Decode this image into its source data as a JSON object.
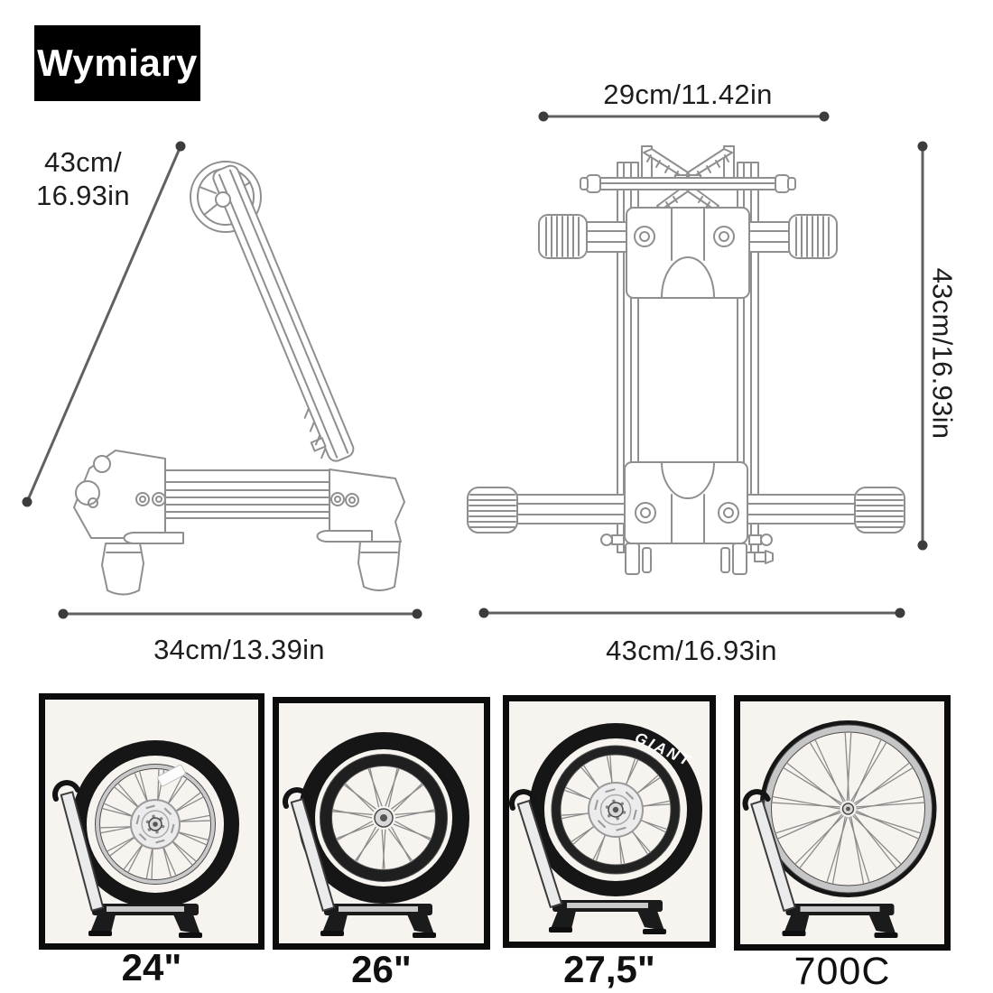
{
  "badge": {
    "label": "Wymiary"
  },
  "side_view": {
    "height_label_line1": "43cm/",
    "height_label_line2": "16.93in",
    "base_width_label": "34cm/13.39in"
  },
  "front_view": {
    "top_width_label": "29cm/11.42in",
    "side_height_label": "43cm/16.93in",
    "base_width_label": "43cm/16.93in"
  },
  "wheel_gallery": [
    {
      "size_label": "24\""
    },
    {
      "size_label": "26\""
    },
    {
      "size_label": "27,5\""
    },
    {
      "size_label": "700C"
    }
  ],
  "tire_brand_label": "GIANT",
  "colors": {
    "badge_bg": "#000000",
    "badge_fg": "#ffffff",
    "line_art": "#8f8f8f",
    "dimension_line": "#616161",
    "text": "#1d1d1d",
    "photo_bg": "#f7f4f0",
    "photo_border": "#0c0c0c"
  }
}
